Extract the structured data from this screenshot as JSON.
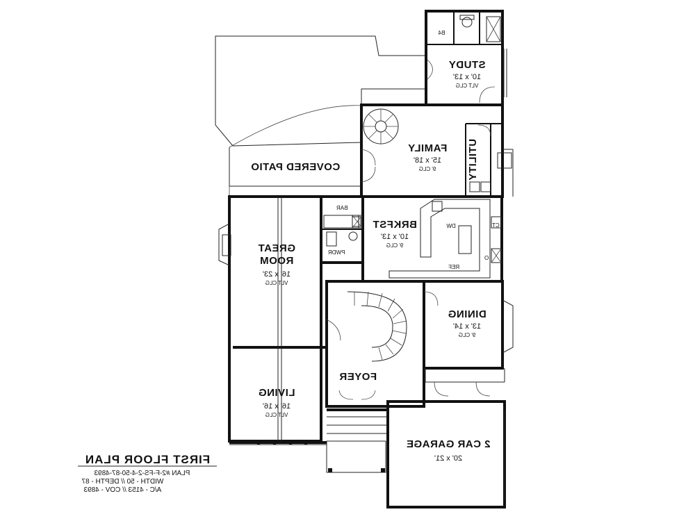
{
  "plan": {
    "title": "FIRST FLOOR PLAN",
    "lines": [
      "PLAN #2-F-FS-2-4-50-87-4893",
      "WIDTH - 50 // DEPTH - 87",
      "A/C - 4153 // COV - 4893"
    ]
  },
  "rooms": {
    "study": {
      "name": "STUDY",
      "size": "10' x 13'",
      "clg": "VLT CLG"
    },
    "family": {
      "name": "FAMILY",
      "size": "15' x 18'",
      "clg": "9' CLG"
    },
    "utility": {
      "name": "UTILITY"
    },
    "covered_patio": {
      "name": "COVERED PATIO"
    },
    "bar": {
      "name": "BAR"
    },
    "pwdr": {
      "name": "PWDR"
    },
    "brkfst": {
      "name": "BRKFST",
      "size": "10' x 13'",
      "clg": "9' CLG"
    },
    "great_room": {
      "name_line1": "GREAT",
      "name_line2": "ROOM",
      "size": "16' x 23'",
      "clg": "VLT CLG"
    },
    "dining": {
      "name": "DINING",
      "size": "13' x 14'",
      "clg": "9' CLG"
    },
    "foyer": {
      "name": "FOYER"
    },
    "living": {
      "name": "LIVING",
      "size": "16' x 16'",
      "clg": "VLT CLG"
    },
    "garage": {
      "name": "2 CAR GARAGE",
      "size": "20' x 21'"
    }
  },
  "labels": {
    "b4": "B4",
    "dw": "DW",
    "ref": "REF",
    "ct": "CT",
    "o": "O"
  }
}
